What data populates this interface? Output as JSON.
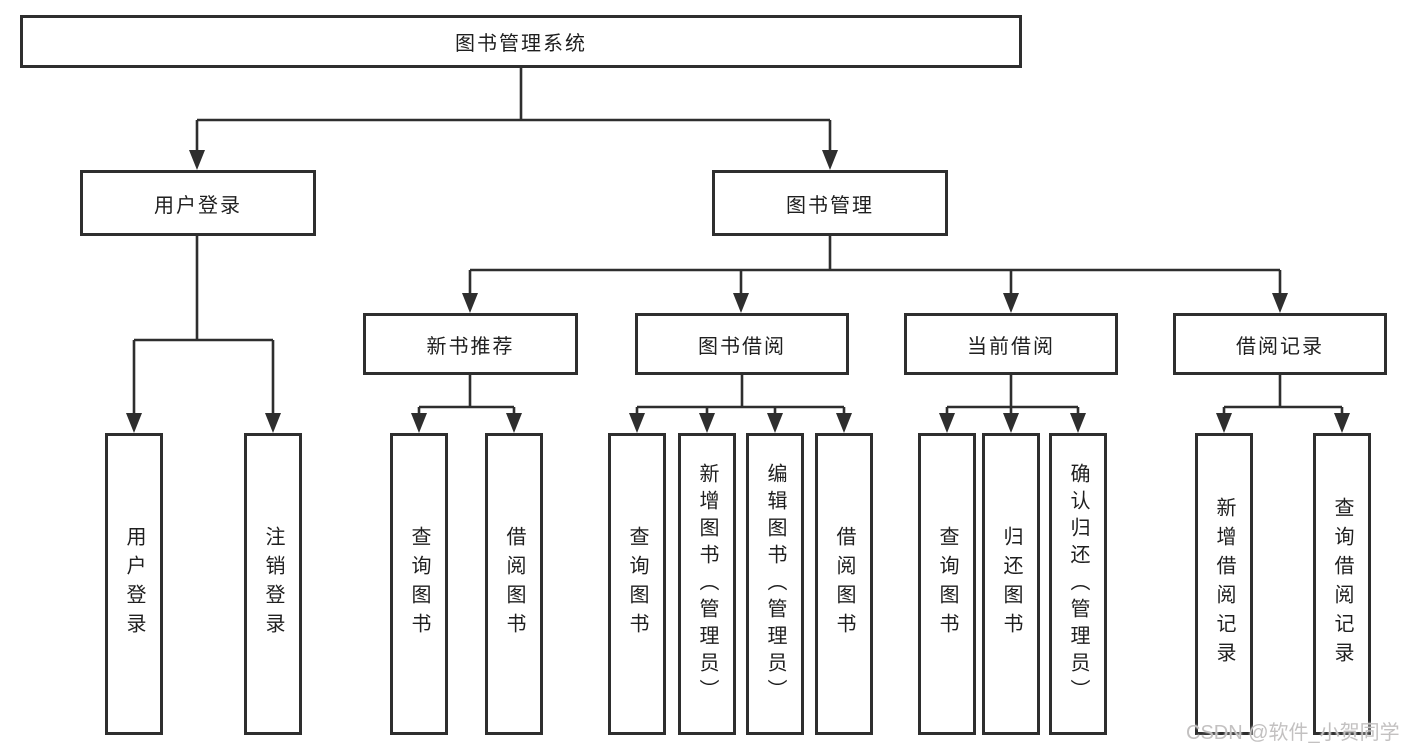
{
  "nodes": {
    "root": "图书管理系统",
    "level2": [
      "用户登录",
      "图书管理"
    ],
    "level3": [
      "新书推荐",
      "图书借阅",
      "当前借阅",
      "借阅记录"
    ],
    "leaves_user_login": [
      "用户登录",
      "注销登录"
    ],
    "leaves_new_book": [
      "查询图书",
      "借阅图书"
    ],
    "leaves_book_borrow": [
      "查询图书",
      "新增图书（管理员）",
      "编辑图书（管理员）",
      "借阅图书"
    ],
    "leaves_current_borrow": [
      "查询图书",
      "归还图书",
      "确认归还（管理员）"
    ],
    "leaves_borrow_record": [
      "新增借阅记录",
      "查询借阅记录"
    ]
  },
  "watermark": "CSDN @软件_小贺同学",
  "colors": {
    "line": "#2e2e2e",
    "box_border": "#2e2e2e",
    "text": "#1f1f1f",
    "background": "#ffffff",
    "watermark": "#c3c1c1"
  }
}
